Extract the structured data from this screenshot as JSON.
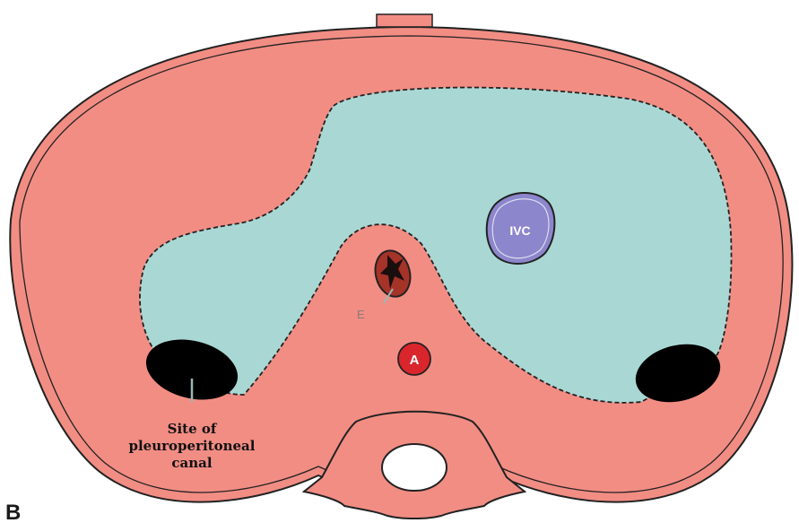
{
  "diagram": {
    "panel_label": "B",
    "labels": {
      "ivc": "IVC",
      "aorta": "A",
      "esophagus": "E",
      "site_line1": "Site of",
      "site_line2": "pleuroperitoneal",
      "site_line3": "canal"
    },
    "colors": {
      "diaphragm_pink": "#f28d84",
      "central_tendon": "#a9d8d4",
      "ivc_purple": "#8c86cc",
      "aorta_red": "#d8262c",
      "canal_black": "#000000",
      "outline": "#222222"
    },
    "icons": {
      "ivc": "vessel-icon",
      "aorta": "vessel-icon",
      "esophagus": "esophagus-icon",
      "canal": "canal-opening-icon"
    }
  }
}
